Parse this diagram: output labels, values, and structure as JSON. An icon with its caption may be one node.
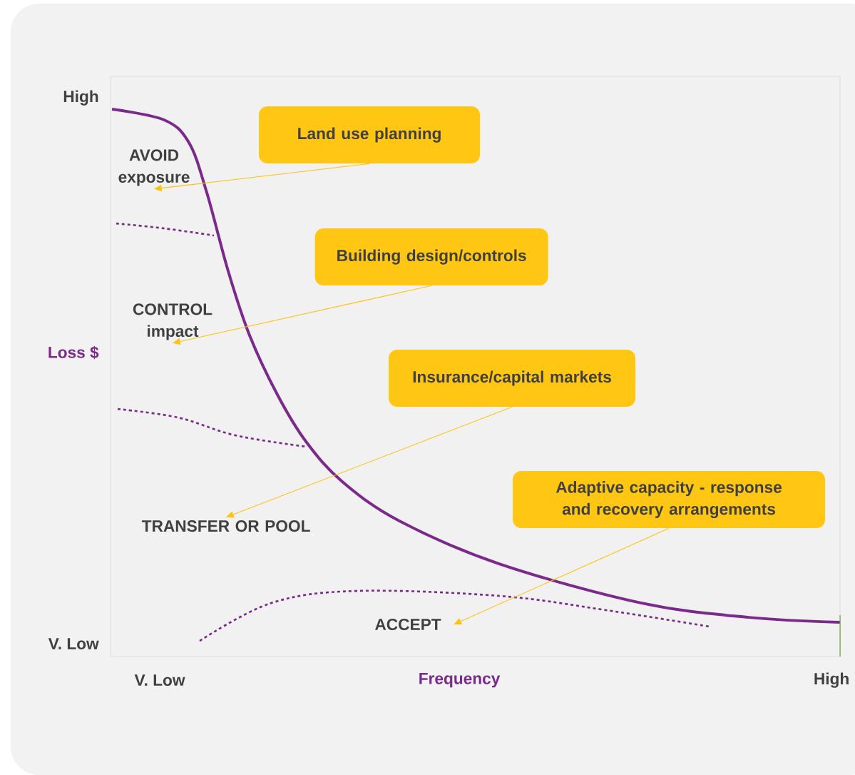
{
  "diagram": {
    "nodes": [
      {
        "text": [
          "Land use planning"
        ]
      },
      {
        "text": [
          "Building design/controls"
        ]
      },
      {
        "text": [
          "Insurance/capital markets"
        ]
      },
      {
        "text": [
          "Adaptive capacity - response and recovery arrangements"
        ]
      },
      {
        "text": [
          "AVOID exposure"
        ]
      },
      {
        "text": [
          "CONTROL impact"
        ]
      },
      {
        "text": [
          "TRANSFER OR POOL"
        ]
      },
      {
        "text": [
          "ACCEPT"
        ]
      }
    ],
    "edges": [
      {
        "from": 0,
        "to": 4,
        "arrow": "to"
      },
      {
        "from": 1,
        "to": 5,
        "arrow": "to"
      },
      {
        "from": 2,
        "to": 6,
        "arrow": "to"
      },
      {
        "from": 3,
        "to": 7,
        "arrow": "to"
      }
    ],
    "labels": [
      "High",
      "Loss $",
      "V. Low",
      "V. Low",
      "Frequency",
      "High"
    ]
  }
}
